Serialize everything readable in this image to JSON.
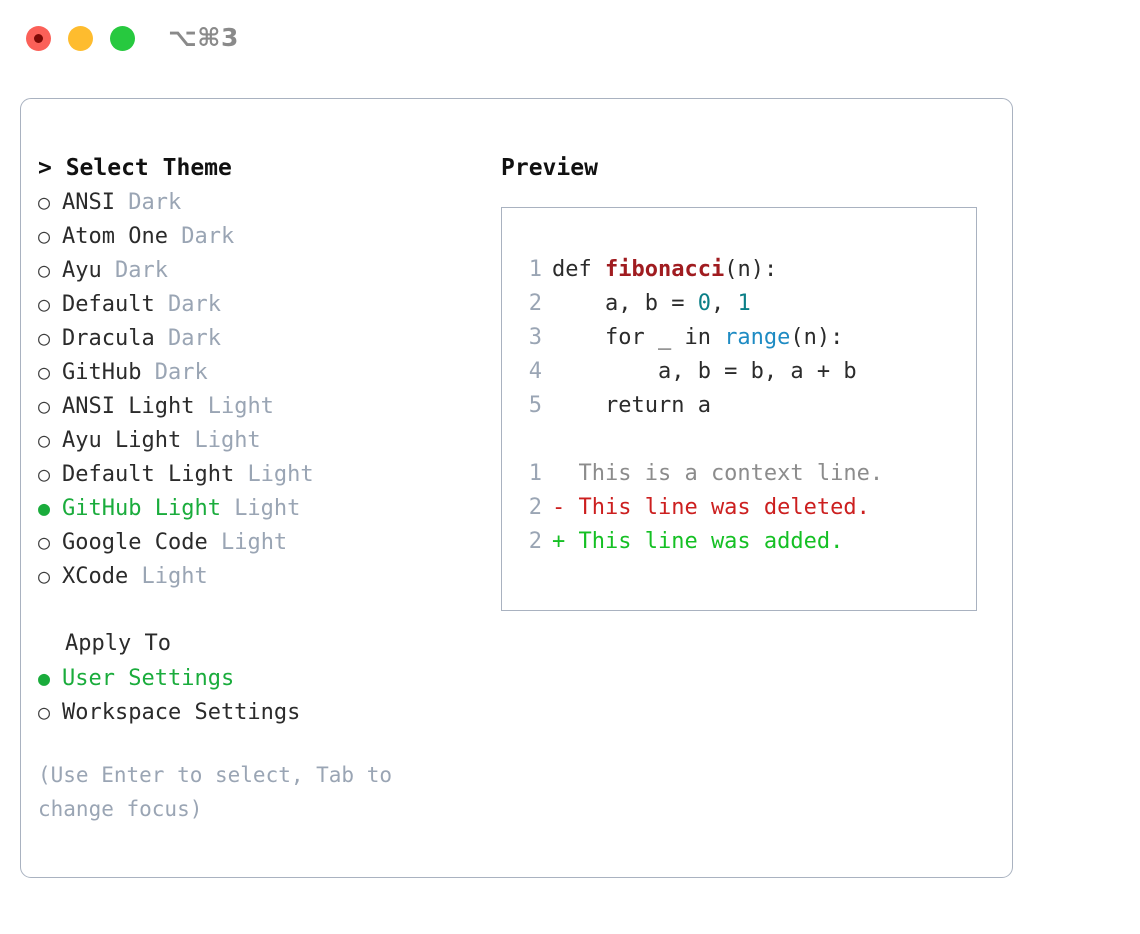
{
  "window": {
    "shortcut_title": "⌥⌘3",
    "traffic_lights": [
      "close-button",
      "minimize-button",
      "maximize-button"
    ]
  },
  "colors": {
    "accent_green": "#1aac3c",
    "muted": "#9aa5b4",
    "border": "#a9b2c0",
    "keyword_fn": "#a01c20",
    "number": "#0b7f87",
    "call": "#1e8bc3",
    "diff_add": "#15c024",
    "diff_del": "#cc1f1f",
    "diff_context": "#8c8c8c"
  },
  "theme_section": {
    "header": "> Select Theme",
    "bullet_unselected": "○",
    "bullet_selected": "●",
    "items": [
      {
        "name": "ANSI",
        "variant": "Dark",
        "selected": false
      },
      {
        "name": "Atom One",
        "variant": "Dark",
        "selected": false
      },
      {
        "name": "Ayu",
        "variant": "Dark",
        "selected": false
      },
      {
        "name": "Default",
        "variant": "Dark",
        "selected": false
      },
      {
        "name": "Dracula",
        "variant": "Dark",
        "selected": false
      },
      {
        "name": "GitHub",
        "variant": "Dark",
        "selected": false
      },
      {
        "name": "ANSI Light",
        "variant": "Light",
        "selected": false
      },
      {
        "name": "Ayu Light",
        "variant": "Light",
        "selected": false
      },
      {
        "name": "Default Light",
        "variant": "Light",
        "selected": false
      },
      {
        "name": "GitHub Light",
        "variant": "Light",
        "selected": true
      },
      {
        "name": "Google Code",
        "variant": "Light",
        "selected": false
      },
      {
        "name": "XCode",
        "variant": "Light",
        "selected": false
      }
    ]
  },
  "apply_section": {
    "header": "Apply To",
    "items": [
      {
        "name": "User Settings",
        "selected": true
      },
      {
        "name": "Workspace Settings",
        "selected": false
      }
    ]
  },
  "hint": "(Use Enter to select, Tab to change focus)",
  "preview": {
    "title": "Preview",
    "code_lines": [
      {
        "num": "1",
        "segments": [
          {
            "text": "def ",
            "style": "plain"
          },
          {
            "text": "fibonacci",
            "style": "fn"
          },
          {
            "text": "(n):",
            "style": "plain"
          }
        ]
      },
      {
        "num": "2",
        "segments": [
          {
            "text": "    a, b = ",
            "style": "plain"
          },
          {
            "text": "0",
            "style": "num"
          },
          {
            "text": ", ",
            "style": "plain"
          },
          {
            "text": "1",
            "style": "num"
          }
        ]
      },
      {
        "num": "3",
        "segments": [
          {
            "text": "    for _ in ",
            "style": "plain"
          },
          {
            "text": "range",
            "style": "call"
          },
          {
            "text": "(n):",
            "style": "plain"
          }
        ]
      },
      {
        "num": "4",
        "segments": [
          {
            "text": "        a, b = b, a + b",
            "style": "plain"
          }
        ]
      },
      {
        "num": "5",
        "segments": [
          {
            "text": "    return a",
            "style": "plain"
          }
        ]
      }
    ],
    "diff_lines": [
      {
        "num": "1",
        "marker": " ",
        "text": "  This is a context line.",
        "kind": "context"
      },
      {
        "num": "2",
        "marker": " ",
        "text": "- This line was deleted.",
        "kind": "deleted"
      },
      {
        "num": "2",
        "marker": " ",
        "text": "+ This line was added.",
        "kind": "added"
      }
    ]
  }
}
